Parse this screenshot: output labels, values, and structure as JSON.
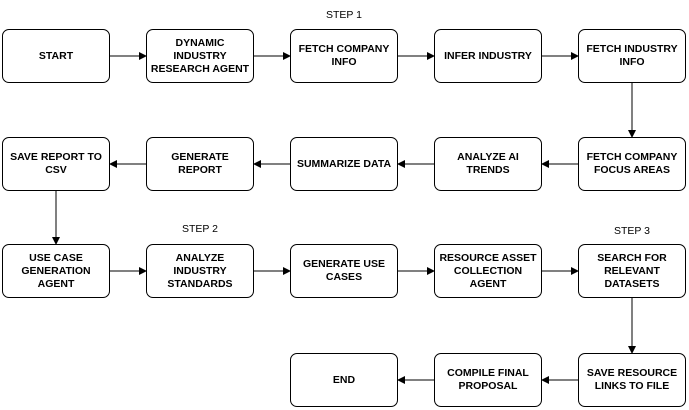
{
  "steps": [
    "STEP 1",
    "STEP 2",
    "STEP 3"
  ],
  "nodes": [
    {
      "id": "start",
      "label": "START"
    },
    {
      "id": "dira",
      "label": "DYNAMIC\nINDUSTRY\nRESEARCH AGENT"
    },
    {
      "id": "fci",
      "label": "FETCH COMPANY\nINFO"
    },
    {
      "id": "ii",
      "label": "INFER INDUSTRY"
    },
    {
      "id": "fii",
      "label": "FETCH INDUSTRY\nINFO"
    },
    {
      "id": "fcfa",
      "label": "FETCH COMPANY\nFOCUS AREAS"
    },
    {
      "id": "aat",
      "label": "ANALYZE AI\nTRENDS"
    },
    {
      "id": "sd",
      "label": "SUMMARIZE DATA"
    },
    {
      "id": "gr",
      "label": "GENERATE\nREPORT"
    },
    {
      "id": "src",
      "label": "SAVE REPORT TO\nCSV"
    },
    {
      "id": "ucga",
      "label": "USE CASE\nGENERATION\nAGENT"
    },
    {
      "id": "ais",
      "label": "ANALYZE\nINDUSTRY\nSTANDARDS"
    },
    {
      "id": "guc",
      "label": "GENERATE USE\nCASES"
    },
    {
      "id": "raca",
      "label": "RESOURCE ASSET\nCOLLECTION\nAGENT"
    },
    {
      "id": "srd",
      "label": "SEARCH FOR\nRELEVANT\nDATASETS"
    },
    {
      "id": "srlf",
      "label": "SAVE RESOURCE\nLINKS TO FILE"
    },
    {
      "id": "cfp",
      "label": "COMPILE FINAL\nPROPOSAL"
    },
    {
      "id": "end",
      "label": "END"
    }
  ],
  "edges": [
    [
      "start",
      "dira"
    ],
    [
      "dira",
      "fci"
    ],
    [
      "fci",
      "ii"
    ],
    [
      "ii",
      "fii"
    ],
    [
      "fii",
      "fcfa"
    ],
    [
      "fcfa",
      "aat"
    ],
    [
      "aat",
      "sd"
    ],
    [
      "sd",
      "gr"
    ],
    [
      "gr",
      "src"
    ],
    [
      "src",
      "ucga"
    ],
    [
      "ucga",
      "ais"
    ],
    [
      "ais",
      "guc"
    ],
    [
      "guc",
      "raca"
    ],
    [
      "raca",
      "srd"
    ],
    [
      "srd",
      "srlf"
    ],
    [
      "srlf",
      "cfp"
    ],
    [
      "cfp",
      "end"
    ]
  ]
}
